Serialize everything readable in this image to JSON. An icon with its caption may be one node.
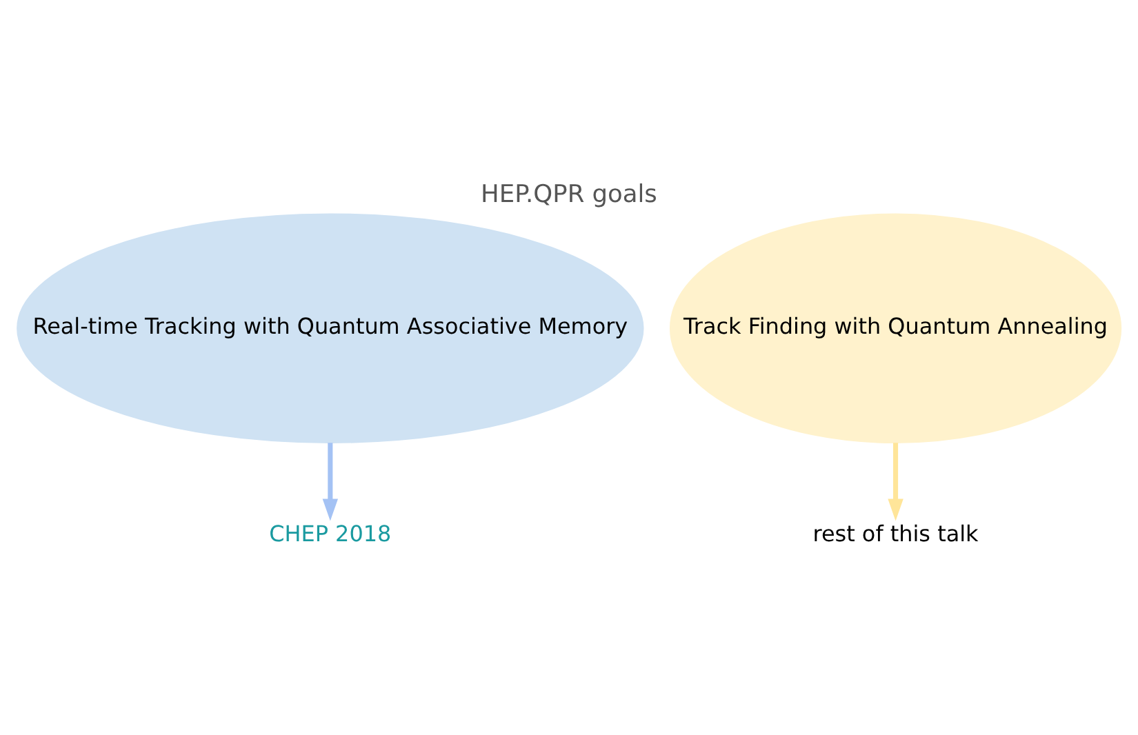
{
  "diagram": {
    "title": "HEP.QPR goals",
    "nodes": [
      {
        "text": [
          "Real-time Tracking with Quantum Associative Memory"
        ]
      },
      {
        "text": [
          "Track Finding with Quantum Annealing"
        ]
      },
      {
        "text": [
          "CHEP 2018"
        ]
      },
      {
        "text": [
          "rest of this talk"
        ]
      }
    ],
    "edges": [
      {
        "from": 0,
        "to": 2,
        "arrow": "to",
        "color": "#a4c2f4"
      },
      {
        "from": 1,
        "to": 3,
        "arrow": "to",
        "color": "#ffe599"
      }
    ]
  }
}
